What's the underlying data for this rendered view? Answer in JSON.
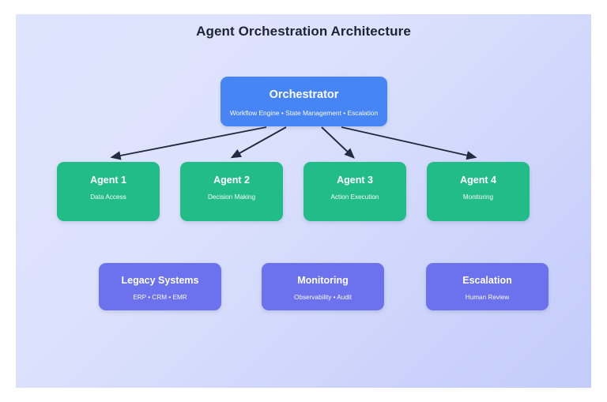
{
  "diagram": {
    "title": "Agent Orchestration Architecture",
    "background": {
      "gradient_from": "#dfe4fd",
      "gradient_to": "#c3ccfa"
    },
    "arrow_color": "#232b3e",
    "orchestrator": {
      "title": "Orchestrator",
      "subtitle": "Workflow Engine • State Management • Escalation",
      "color": "#4785f4"
    },
    "agents": [
      {
        "title": "Agent 1",
        "subtitle": "Data Access",
        "color": "#22bc88"
      },
      {
        "title": "Agent 2",
        "subtitle": "Decision Making",
        "color": "#22bc88"
      },
      {
        "title": "Agent 3",
        "subtitle": "Action Execution",
        "color": "#22bc88"
      },
      {
        "title": "Agent 4",
        "subtitle": "Monitoring",
        "color": "#22bc88"
      }
    ],
    "support": [
      {
        "title": "Legacy Systems",
        "subtitle": "ERP • CRM • EMR",
        "color": "#6c72ee"
      },
      {
        "title": "Monitoring",
        "subtitle": "Observability • Audit",
        "color": "#6c72ee"
      },
      {
        "title": "Escalation",
        "subtitle": "Human Review",
        "color": "#6c72ee"
      }
    ]
  }
}
